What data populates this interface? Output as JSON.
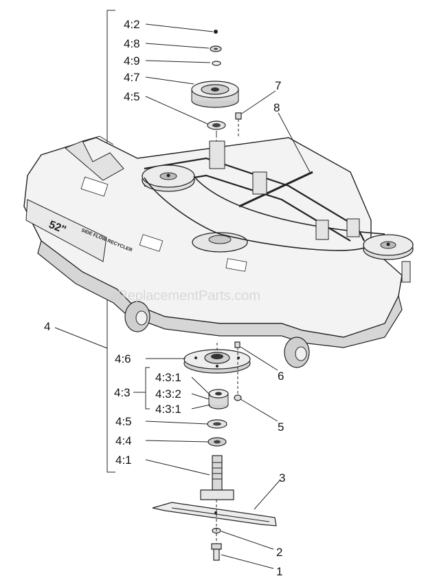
{
  "watermark": "eReplacementParts.com",
  "deck_markings": {
    "model": "52\"",
    "brand_text": "SIDE FLOW RECYCLER"
  },
  "callouts": [
    {
      "id": "c-4-2",
      "text": "4:2"
    },
    {
      "id": "c-4-8",
      "text": "4:8"
    },
    {
      "id": "c-4-9",
      "text": "4:9"
    },
    {
      "id": "c-4-7",
      "text": "4:7"
    },
    {
      "id": "c-4-5-top",
      "text": "4:5"
    },
    {
      "id": "c-7",
      "text": "7"
    },
    {
      "id": "c-8",
      "text": "8"
    },
    {
      "id": "c-4",
      "text": "4"
    },
    {
      "id": "c-4-6",
      "text": "4:6"
    },
    {
      "id": "c-4-3",
      "text": "4:3"
    },
    {
      "id": "c-4-3-1a",
      "text": "4:3:1"
    },
    {
      "id": "c-4-3-2",
      "text": "4:3:2"
    },
    {
      "id": "c-4-3-1b",
      "text": "4:3:1"
    },
    {
      "id": "c-6",
      "text": "6"
    },
    {
      "id": "c-5",
      "text": "5"
    },
    {
      "id": "c-4-5-bot",
      "text": "4:5"
    },
    {
      "id": "c-4-4",
      "text": "4:4"
    },
    {
      "id": "c-4-1",
      "text": "4:1"
    },
    {
      "id": "c-3",
      "text": "3"
    },
    {
      "id": "c-2",
      "text": "2"
    },
    {
      "id": "c-1",
      "text": "1"
    }
  ]
}
